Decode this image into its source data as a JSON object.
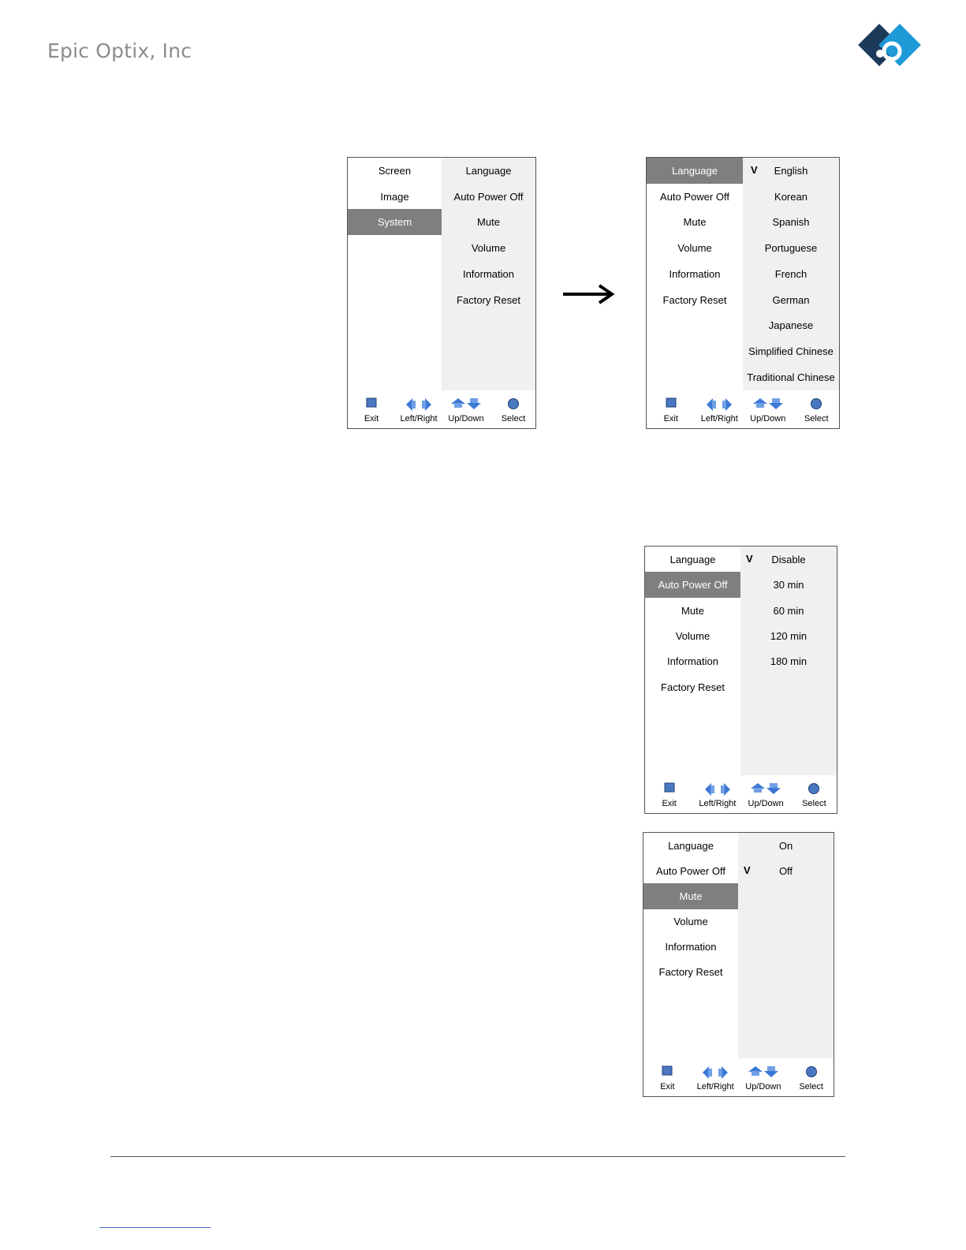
{
  "header": {
    "company": "Epic Optix, Inc"
  },
  "controls": {
    "exit": "Exit",
    "left_right": "Left/Right",
    "up_down": "Up/Down",
    "select": "Select"
  },
  "checkmark": "V",
  "menus": [
    {
      "left": [
        {
          "label": "Screen",
          "selected": false
        },
        {
          "label": "Image",
          "selected": false
        },
        {
          "label": "System",
          "selected": true
        }
      ],
      "right": [
        {
          "label": "Language"
        },
        {
          "label": "Auto Power Off"
        },
        {
          "label": "Mute"
        },
        {
          "label": "Volume"
        },
        {
          "label": "Information"
        },
        {
          "label": "Factory Reset"
        }
      ]
    },
    {
      "left": [
        {
          "label": "Language",
          "selected": true
        },
        {
          "label": "Auto Power Off"
        },
        {
          "label": "Mute"
        },
        {
          "label": "Volume"
        },
        {
          "label": "Information"
        },
        {
          "label": "Factory Reset"
        }
      ],
      "right": [
        {
          "label": "English",
          "checked": true
        },
        {
          "label": "Korean"
        },
        {
          "label": "Spanish"
        },
        {
          "label": "Portuguese"
        },
        {
          "label": "French"
        },
        {
          "label": "German"
        },
        {
          "label": "Japanese"
        },
        {
          "label": "Simplified Chinese"
        },
        {
          "label": "Traditional Chinese"
        }
      ]
    },
    {
      "left": [
        {
          "label": "Language"
        },
        {
          "label": "Auto Power Off",
          "selected": true
        },
        {
          "label": "Mute"
        },
        {
          "label": "Volume"
        },
        {
          "label": "Information"
        },
        {
          "label": "Factory Reset"
        }
      ],
      "right": [
        {
          "label": "Disable",
          "checked": true
        },
        {
          "label": "30 min"
        },
        {
          "label": "60 min"
        },
        {
          "label": "120 min"
        },
        {
          "label": "180 min"
        }
      ]
    },
    {
      "left": [
        {
          "label": "Language"
        },
        {
          "label": "Auto Power Off"
        },
        {
          "label": "Mute",
          "selected": true
        },
        {
          "label": "Volume"
        },
        {
          "label": "Information"
        },
        {
          "label": "Factory Reset"
        }
      ],
      "right": [
        {
          "label": "On"
        },
        {
          "label": "Off",
          "checked": true
        }
      ]
    }
  ]
}
